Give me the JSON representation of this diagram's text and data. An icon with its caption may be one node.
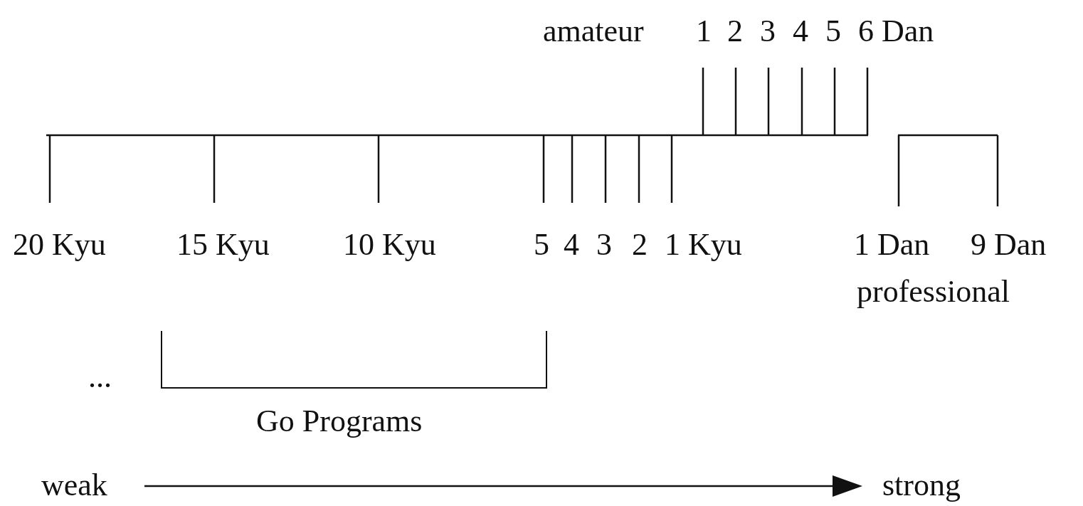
{
  "diagram": {
    "labels": [
      "amateur",
      "1",
      "2",
      "3",
      "4",
      "5",
      "6 Dan",
      "20 Kyu",
      "15 Kyu",
      "10 Kyu",
      "5",
      "4",
      "3",
      "2",
      "1 Kyu",
      "1 Dan",
      "9 Dan",
      "professional",
      "...",
      "Go Programs",
      "weak",
      "strong"
    ]
  }
}
